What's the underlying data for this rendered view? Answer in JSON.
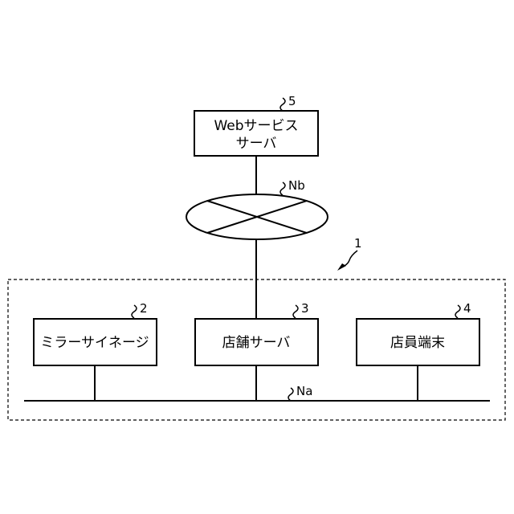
{
  "nodes": {
    "web_server": {
      "line1": "Webサービス",
      "line2": "サーバ",
      "ref": "5"
    },
    "mirror_signage": {
      "label": "ミラーサイネージ",
      "ref": "2"
    },
    "store_server": {
      "label": "店舗サーバ",
      "ref": "3"
    },
    "staff_terminal": {
      "label": "店員端末",
      "ref": "4"
    }
  },
  "networks": {
    "internet": {
      "ref": "Nb"
    },
    "lan": {
      "ref": "Na"
    }
  },
  "system": {
    "ref": "1"
  }
}
